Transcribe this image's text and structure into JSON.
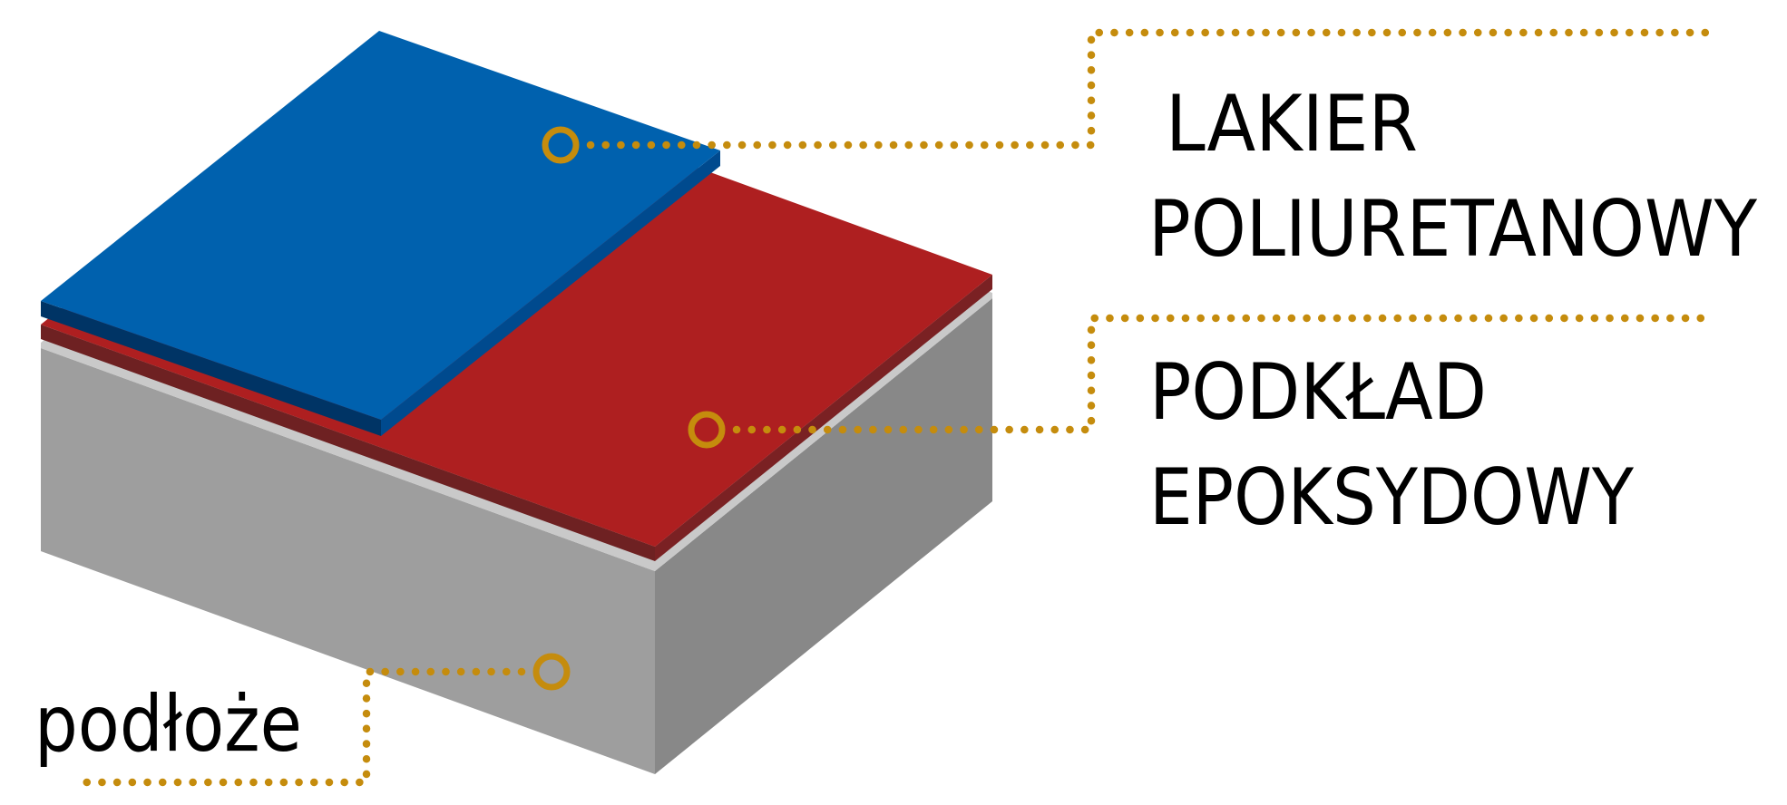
{
  "diagram": {
    "title": "Floor coating layer system",
    "layers": [
      {
        "id": "lakier",
        "name_lines": [
          "LAKIER",
          "POLIURETANOWY"
        ],
        "color_top": "#0061AE",
        "color_side_left": "#003465",
        "color_side_right": "#004A8E"
      },
      {
        "id": "podklad",
        "name_lines": [
          "PODKŁAD",
          "EPOKSYDOWY"
        ],
        "color_top": "#AE1F20",
        "color_side_left": "#6E2122",
        "color_side_right": "#7A2123"
      },
      {
        "id": "podloze",
        "name_lines": [
          "podłoże"
        ],
        "color_top": "#C9C9C9",
        "color_side_left": "#9E9E9E",
        "color_side_right": "#888888"
      }
    ],
    "callout_color": "#C58C0D"
  }
}
